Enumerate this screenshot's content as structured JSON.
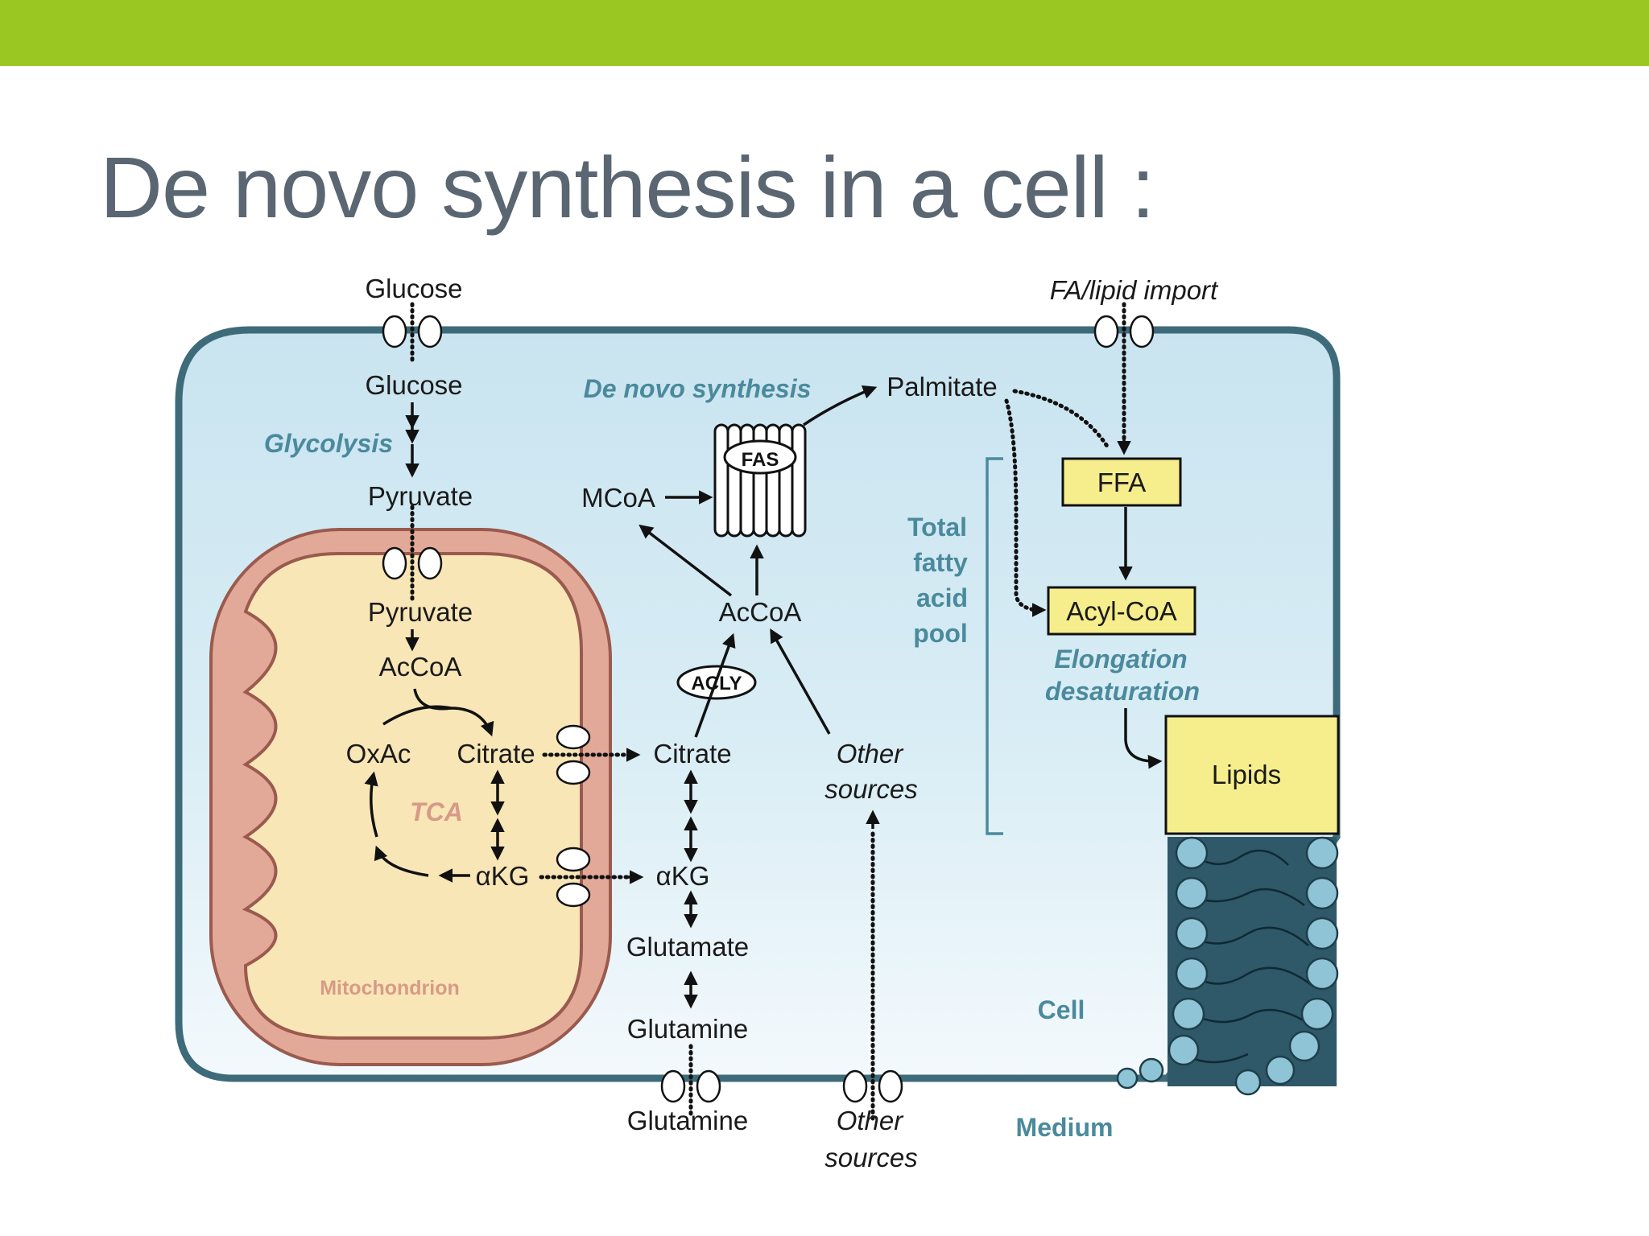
{
  "colors": {
    "top_bar": "#9bc723",
    "title_text": "#5a6672",
    "cell_membrane": "#3d6b7a",
    "cytoplasm": "#cfe7f1",
    "mito_membrane": "#e2a898",
    "mito_matrix": "#f8e6b6",
    "lipid_box": "#f6ee8c",
    "teal_label": "#4a8a9c"
  },
  "slide": {
    "title": "De novo synthesis in a cell :"
  },
  "diagram": {
    "labels": {
      "glucose_outside": "Glucose",
      "glucose_inside": "Glucose",
      "glycolysis": "Glycolysis",
      "pyruvate_cyto": "Pyruvate",
      "pyruvate_mito": "Pyruvate",
      "accoa_mito": "AcCoA",
      "oxac": "OxAc",
      "citrate_mito": "Citrate",
      "tca": "TCA",
      "akg_mito": "αKG",
      "mitochondrion": "Mitochondrion",
      "citrate_cyto": "Citrate",
      "akg_cyto": "αKG",
      "glutamate": "Glutamate",
      "glutamine_inside": "Glutamine",
      "glutamine_outside": "Glutamine",
      "acly": "ACLY",
      "accoa_cyto": "AcCoA",
      "mcoa": "MCoA",
      "fas": "FAS",
      "de_novo_synthesis": "De novo synthesis",
      "palmitate": "Palmitate",
      "other_sources_inside_1": "Other",
      "other_sources_inside_2": "sources",
      "other_sources_outside_1": "Other",
      "other_sources_outside_2": "sources",
      "fa_lipid_import": "FA/lipid import",
      "ffa": "FFA",
      "acyl_coa": "Acyl-CoA",
      "total_fatty_acid_pool_1": "Total",
      "total_fatty_acid_pool_2": "fatty",
      "total_fatty_acid_pool_3": "acid",
      "total_fatty_acid_pool_4": "pool",
      "elongation": "Elongation",
      "desaturation": "desaturation",
      "lipids": "Lipids",
      "cell": "Cell",
      "medium": "Medium"
    }
  }
}
